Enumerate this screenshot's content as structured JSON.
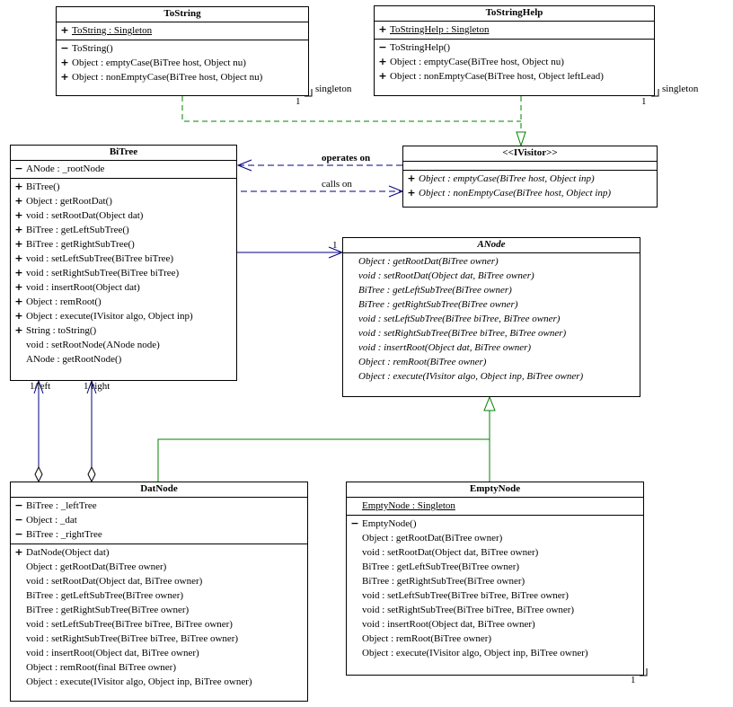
{
  "classes": {
    "tostring": {
      "name": "ToString",
      "attrs": [
        {
          "vis": "+",
          "text": "ToString : Singleton",
          "static": true
        }
      ],
      "ops": [
        {
          "vis": "−",
          "text": "ToString()"
        },
        {
          "vis": "+",
          "text": "Object : emptyCase(BiTree host, Object nu)"
        },
        {
          "vis": "+",
          "text": "Object : nonEmptyCase(BiTree host, Object nu)"
        }
      ]
    },
    "tostringhelp": {
      "name": "ToStringHelp",
      "attrs": [
        {
          "vis": "+",
          "text": "ToStringHelp : Singleton",
          "static": true
        }
      ],
      "ops": [
        {
          "vis": "−",
          "text": "ToStringHelp()"
        },
        {
          "vis": "+",
          "text": "Object : emptyCase(BiTree host, Object nu)"
        },
        {
          "vis": "+",
          "text": "Object : nonEmptyCase(BiTree host, Object leftLead)"
        }
      ]
    },
    "bitree": {
      "name": "BiTree",
      "attrs": [
        {
          "vis": "−",
          "text": "ANode : _rootNode"
        }
      ],
      "ops": [
        {
          "vis": "+",
          "text": "BiTree()"
        },
        {
          "vis": "+",
          "text": "Object : getRootDat()"
        },
        {
          "vis": "+",
          "text": "void : setRootDat(Object dat)"
        },
        {
          "vis": "+",
          "text": "BiTree : getLeftSubTree()"
        },
        {
          "vis": "+",
          "text": "BiTree : getRightSubTree()"
        },
        {
          "vis": "+",
          "text": "void : setLeftSubTree(BiTree biTree)"
        },
        {
          "vis": "+",
          "text": "void : setRightSubTree(BiTree biTree)"
        },
        {
          "vis": "+",
          "text": "void : insertRoot(Object dat)"
        },
        {
          "vis": "+",
          "text": "Object : remRoot()"
        },
        {
          "vis": "+",
          "text": "Object : execute(IVisitor algo, Object inp)"
        },
        {
          "vis": "+",
          "text": "String : toString()"
        },
        {
          "vis": "",
          "text": "void : setRootNode(ANode node)"
        },
        {
          "vis": "",
          "text": "ANode : getRootNode()"
        }
      ]
    },
    "ivisitor": {
      "name": "<<IVisitor>>",
      "attrs": [],
      "ops": [
        {
          "vis": "+",
          "text": "Object : emptyCase(BiTree host, Object inp)"
        },
        {
          "vis": "+",
          "text": "Object : nonEmptyCase(BiTree host, Object inp)"
        }
      ]
    },
    "anode": {
      "name": "ANode",
      "attrs": [],
      "ops": [
        {
          "vis": "",
          "text": "Object : getRootDat(BiTree owner)"
        },
        {
          "vis": "",
          "text": "void : setRootDat(Object dat, BiTree owner)"
        },
        {
          "vis": "",
          "text": "BiTree : getLeftSubTree(BiTree owner)"
        },
        {
          "vis": "",
          "text": "BiTree : getRightSubTree(BiTree owner)"
        },
        {
          "vis": "",
          "text": "void : setLeftSubTree(BiTree biTree, BiTree owner)"
        },
        {
          "vis": "",
          "text": "void : setRightSubTree(BiTree biTree, BiTree owner)"
        },
        {
          "vis": "",
          "text": "void : insertRoot(Object dat, BiTree owner)"
        },
        {
          "vis": "",
          "text": "Object : remRoot(BiTree owner)"
        },
        {
          "vis": "",
          "text": "Object : execute(IVisitor algo, Object inp, BiTree owner)"
        }
      ]
    },
    "datnode": {
      "name": "DatNode",
      "attrs": [
        {
          "vis": "−",
          "text": "BiTree : _leftTree"
        },
        {
          "vis": "−",
          "text": "Object : _dat"
        },
        {
          "vis": "−",
          "text": "BiTree : _rightTree"
        }
      ],
      "ops": [
        {
          "vis": "+",
          "text": "DatNode(Object dat)"
        },
        {
          "vis": "",
          "text": "Object : getRootDat(BiTree owner)"
        },
        {
          "vis": "",
          "text": "void : setRootDat(Object dat, BiTree owner)"
        },
        {
          "vis": "",
          "text": "BiTree : getLeftSubTree(BiTree owner)"
        },
        {
          "vis": "",
          "text": "BiTree : getRightSubTree(BiTree owner)"
        },
        {
          "vis": "",
          "text": "void : setLeftSubTree(BiTree biTree, BiTree owner)"
        },
        {
          "vis": "",
          "text": "void : setRightSubTree(BiTree biTree, BiTree owner)"
        },
        {
          "vis": "",
          "text": "void : insertRoot(Object dat, BiTree owner)"
        },
        {
          "vis": "",
          "text": "Object : remRoot(final BiTree owner)"
        },
        {
          "vis": "",
          "text": "Object : execute(IVisitor algo, Object inp, BiTree owner)"
        }
      ]
    },
    "emptynode": {
      "name": "EmptyNode",
      "attrs": [
        {
          "vis": "",
          "text": "EmptyNode : Singleton",
          "static": true
        }
      ],
      "ops": [
        {
          "vis": "−",
          "text": "EmptyNode()"
        },
        {
          "vis": "",
          "text": "Object : getRootDat(BiTree owner)"
        },
        {
          "vis": "",
          "text": "void : setRootDat(Object dat, BiTree owner)"
        },
        {
          "vis": "",
          "text": "BiTree : getLeftSubTree(BiTree owner)"
        },
        {
          "vis": "",
          "text": "BiTree : getRightSubTree(BiTree owner)"
        },
        {
          "vis": "",
          "text": "void : setLeftSubTree(BiTree biTree, BiTree owner)"
        },
        {
          "vis": "",
          "text": "void : setRightSubTree(BiTree biTree, BiTree owner)"
        },
        {
          "vis": "",
          "text": "void : insertRoot(Object dat, BiTree owner)"
        },
        {
          "vis": "",
          "text": "Object : remRoot(BiTree owner)"
        },
        {
          "vis": "",
          "text": "Object : execute(IVisitor algo, Object inp, BiTree owner)"
        }
      ]
    }
  },
  "labels": {
    "singleton_tostring": "singleton",
    "singleton_tostringhelp": "singleton",
    "mult_tostring": "1",
    "mult_tostringhelp": "1",
    "operates_on": "operates on",
    "calls_on": "calls on",
    "root_mult": "1",
    "left_role": "1/left",
    "right_role": "1/right",
    "mult_emptynode": "1"
  },
  "colors": {
    "dependency": "#000080",
    "inheritance": "#008000",
    "association": "#000080",
    "line": "#000000"
  }
}
